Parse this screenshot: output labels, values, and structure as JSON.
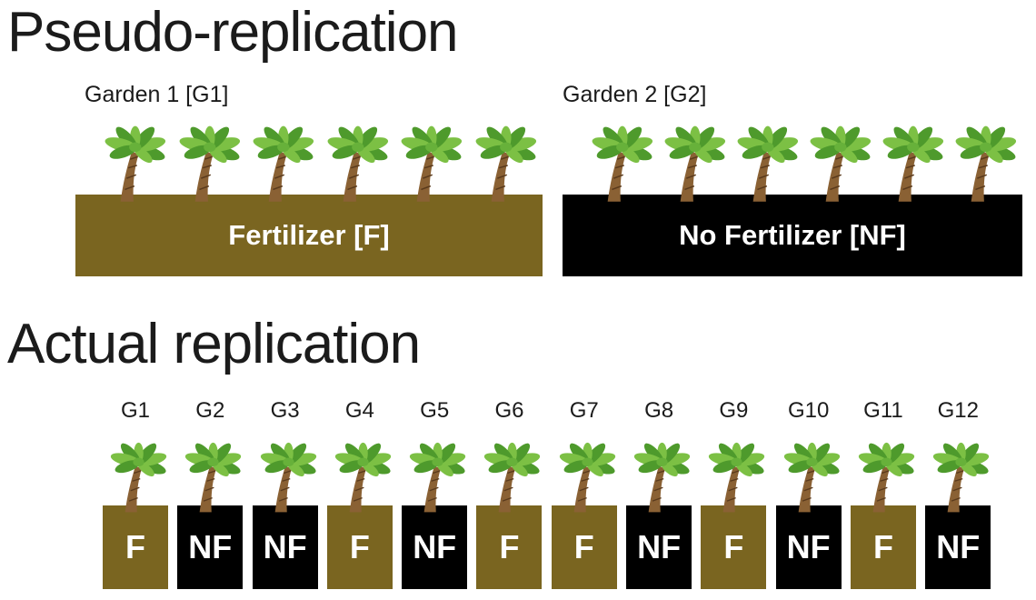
{
  "slide": {
    "background": "#ffffff"
  },
  "colors": {
    "F": "#7a6520",
    "NF": "#000000",
    "title_text": "#1b1b1b",
    "bar_text": "#ffffff",
    "leaf_light": "#7cc044",
    "leaf_dark": "#4e9a2c",
    "trunk": "#8a6134"
  },
  "icons": {
    "tree": "palm-tree"
  },
  "pseudo": {
    "title": "Pseudo-replication",
    "gardens": [
      {
        "label": "Garden 1 [G1]",
        "treatment": "F",
        "treatment_label": "Fertilizer [F]",
        "tree_count": 6
      },
      {
        "label": "Garden 2 [G2]",
        "treatment": "NF",
        "treatment_label": "No Fertilizer [NF]",
        "tree_count": 6
      }
    ]
  },
  "actual": {
    "title": "Actual replication",
    "plots": [
      {
        "label": "G1",
        "treatment": "F"
      },
      {
        "label": "G2",
        "treatment": "NF"
      },
      {
        "label": "G3",
        "treatment": "NF"
      },
      {
        "label": "G4",
        "treatment": "F"
      },
      {
        "label": "G5",
        "treatment": "NF"
      },
      {
        "label": "G6",
        "treatment": "F"
      },
      {
        "label": "G7",
        "treatment": "F"
      },
      {
        "label": "G8",
        "treatment": "NF"
      },
      {
        "label": "G9",
        "treatment": "F"
      },
      {
        "label": "G10",
        "treatment": "NF"
      },
      {
        "label": "G11",
        "treatment": "F"
      },
      {
        "label": "G12",
        "treatment": "NF"
      }
    ]
  }
}
